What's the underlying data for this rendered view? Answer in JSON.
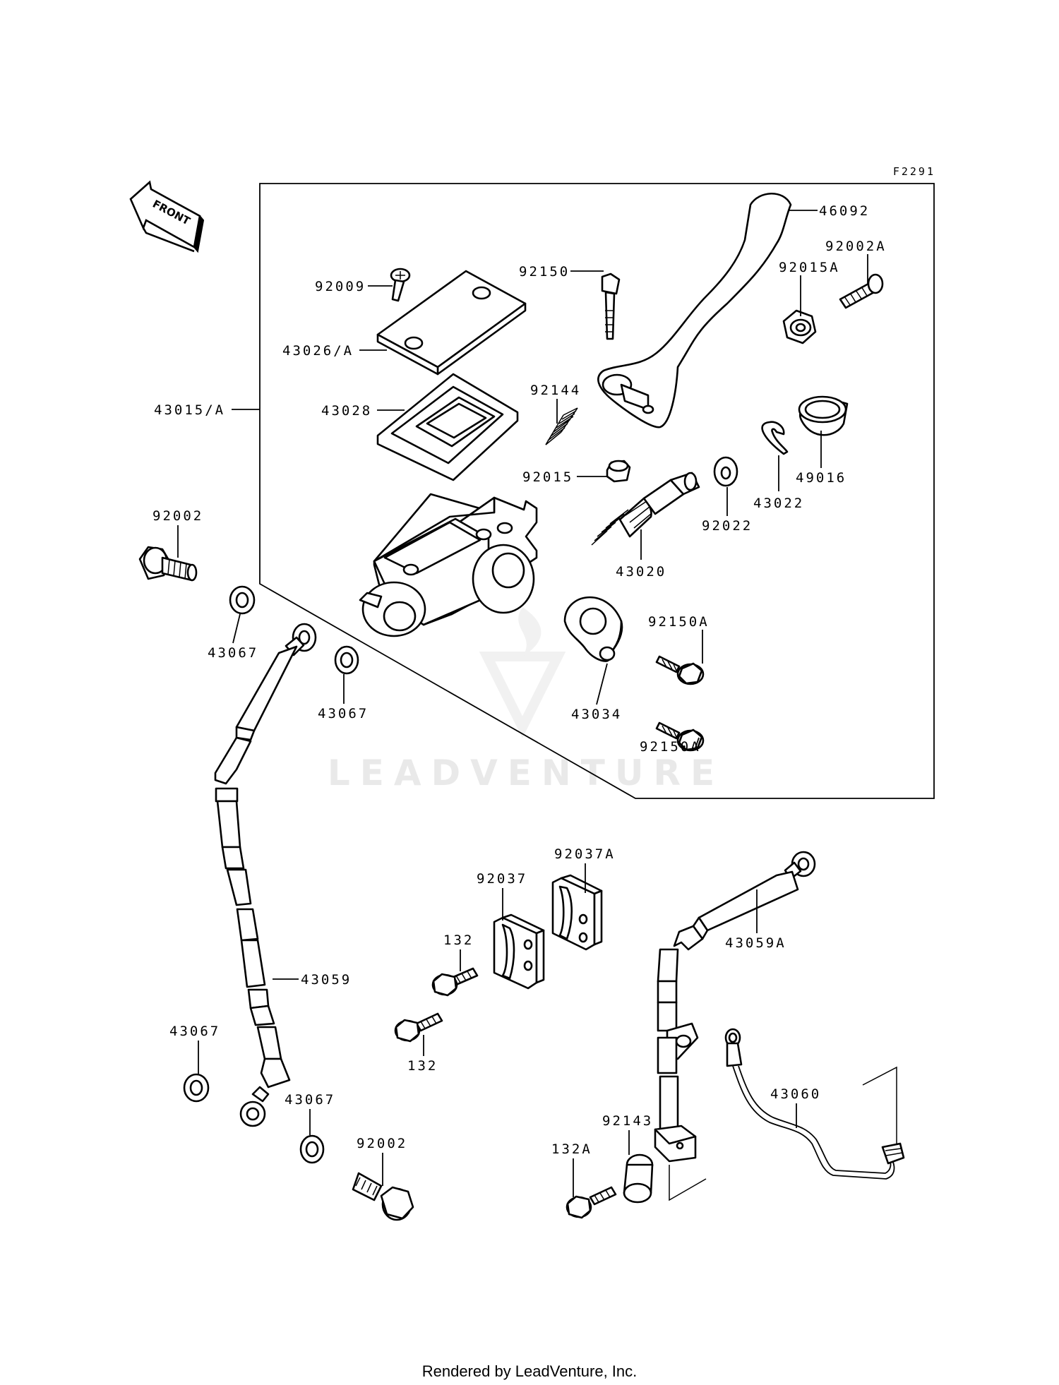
{
  "diagram": {
    "reference_code": "F2291",
    "front_marker": "FRONT",
    "watermark": "LEADVENTURE",
    "footer": "Rendered by LeadVenture, Inc.",
    "callouts": [
      {
        "id": "46092",
        "text": "46092"
      },
      {
        "id": "92002A",
        "text": "92002A"
      },
      {
        "id": "92015A",
        "text": "92015A"
      },
      {
        "id": "92150",
        "text": "92150"
      },
      {
        "id": "92009",
        "text": "92009"
      },
      {
        "id": "43026A",
        "text": "43026/A"
      },
      {
        "id": "43015A",
        "text": "43015/A"
      },
      {
        "id": "43028",
        "text": "43028"
      },
      {
        "id": "92144",
        "text": "92144"
      },
      {
        "id": "92015",
        "text": "92015"
      },
      {
        "id": "49016",
        "text": "49016"
      },
      {
        "id": "43022",
        "text": "43022"
      },
      {
        "id": "92022",
        "text": "92022"
      },
      {
        "id": "43020",
        "text": "43020"
      },
      {
        "id": "92002-top",
        "text": "92002"
      },
      {
        "id": "43067-a",
        "text": "43067"
      },
      {
        "id": "43067-b",
        "text": "43067"
      },
      {
        "id": "92150A-a",
        "text": "92150A"
      },
      {
        "id": "92150A-b",
        "text": "92150A"
      },
      {
        "id": "43034",
        "text": "43034"
      },
      {
        "id": "92037A",
        "text": "92037A"
      },
      {
        "id": "92037",
        "text": "92037"
      },
      {
        "id": "132-a",
        "text": "132"
      },
      {
        "id": "132-b",
        "text": "132"
      },
      {
        "id": "43059A",
        "text": "43059A"
      },
      {
        "id": "43059",
        "text": "43059"
      },
      {
        "id": "43067-c",
        "text": "43067"
      },
      {
        "id": "43067-d",
        "text": "43067"
      },
      {
        "id": "43060",
        "text": "43060"
      },
      {
        "id": "92002-bottom",
        "text": "92002"
      },
      {
        "id": "92143",
        "text": "92143"
      },
      {
        "id": "132A",
        "text": "132A"
      }
    ]
  }
}
